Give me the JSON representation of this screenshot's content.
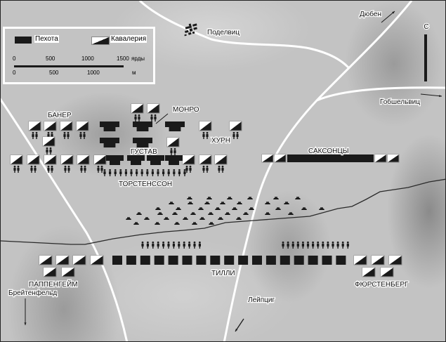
{
  "legend": {
    "infantry_label": "Пехота",
    "cavalry_label": "Кавалерия",
    "scale_yards": [
      "0",
      "500",
      "1000",
      "1500"
    ],
    "scale_yards_unit": "ярды",
    "scale_meters": [
      "0",
      "500",
      "1000"
    ],
    "scale_meters_unit": "м"
  },
  "places": {
    "podelwitz": "Поделвиц",
    "duben": "Дюбен",
    "gobschelwitz": "Гобшельвиц",
    "breitenfeld": "Брейтенфельд",
    "leipzig": "Лейпциг",
    "north": "С"
  },
  "commanders": {
    "baner": "БАНЕР",
    "monro": "МОНРО",
    "horn": "ХУРН",
    "gustav": "ГУСТАВ",
    "torstensson": "ТОРСТЕНССОН",
    "saxons": "САКСОНЦЫ",
    "tilly": "ТИЛЛИ",
    "pappenheim": "ПАППЕНГЕЙМ",
    "furstenberg": "ФЮРСТЕНБЕРГ"
  },
  "colors": {
    "background": "#c3c3c3",
    "road": "#ffffff",
    "unit": "#1a1a1a",
    "stream": "#2a2a2a"
  },
  "icons": [
    "infantry-icon",
    "cavalry-icon",
    "artillery-icon",
    "skirmisher-icon",
    "village-icon",
    "north-arrow-icon"
  ]
}
